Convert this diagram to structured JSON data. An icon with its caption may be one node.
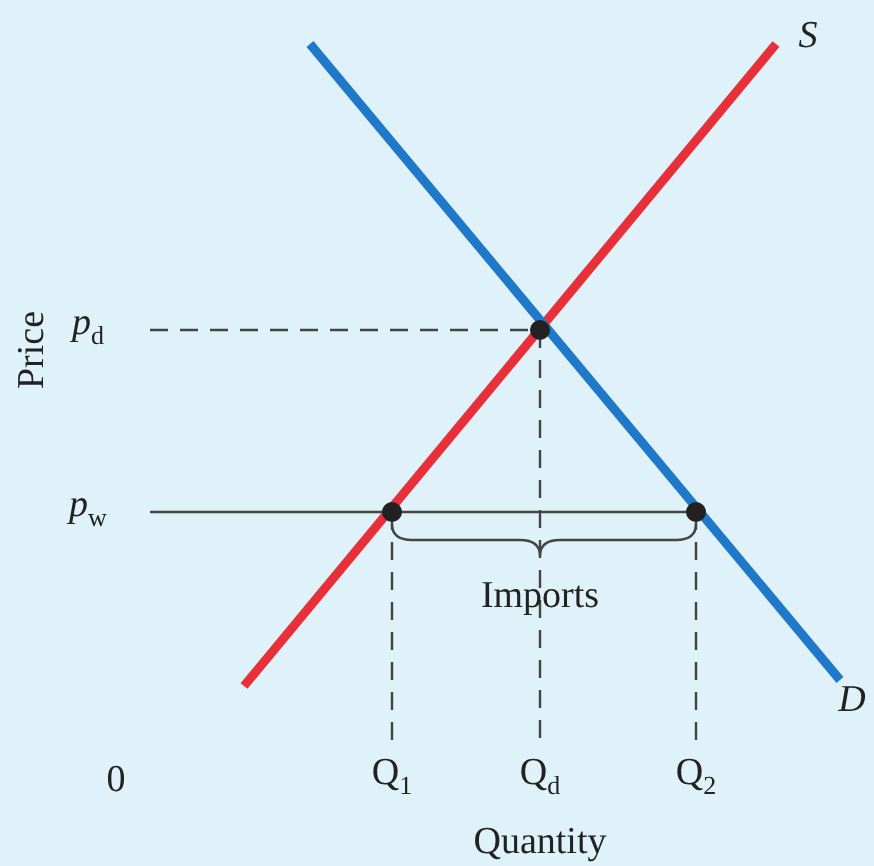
{
  "diagram": {
    "labels": [
      "S",
      "*p*$_{d}$",
      "Price",
      "*p*$_{w}$",
      "Imports",
      "D",
      "0",
      "Q$_{1}$",
      "Q$_{d}$",
      "Q$_{2}$",
      "Quantity"
    ]
  }
}
